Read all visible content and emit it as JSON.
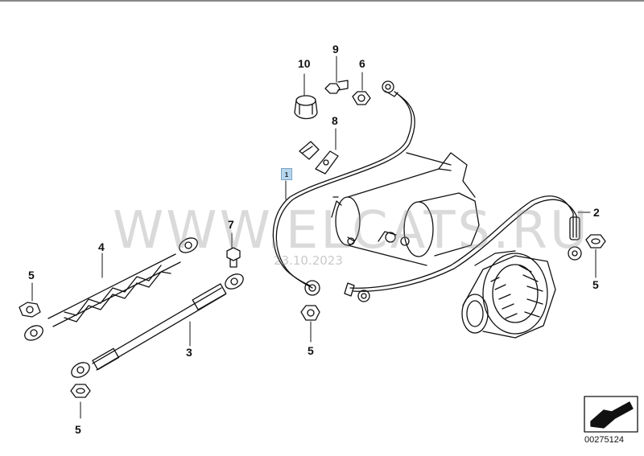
{
  "callouts": {
    "c1": "1",
    "c2": "2",
    "c3": "3",
    "c4": "4",
    "c5a": "5",
    "c5b": "5",
    "c5c": "5",
    "c5d": "5",
    "c6": "6",
    "c7": "7",
    "c8": "8",
    "c9": "9",
    "c10": "10"
  },
  "watermark": "WWW.ELCATS.RU",
  "watermark_date": "23.10.2023",
  "figure_number": "00275124",
  "colors": {
    "line": "#111111",
    "highlight": "#b7d6ec"
  }
}
